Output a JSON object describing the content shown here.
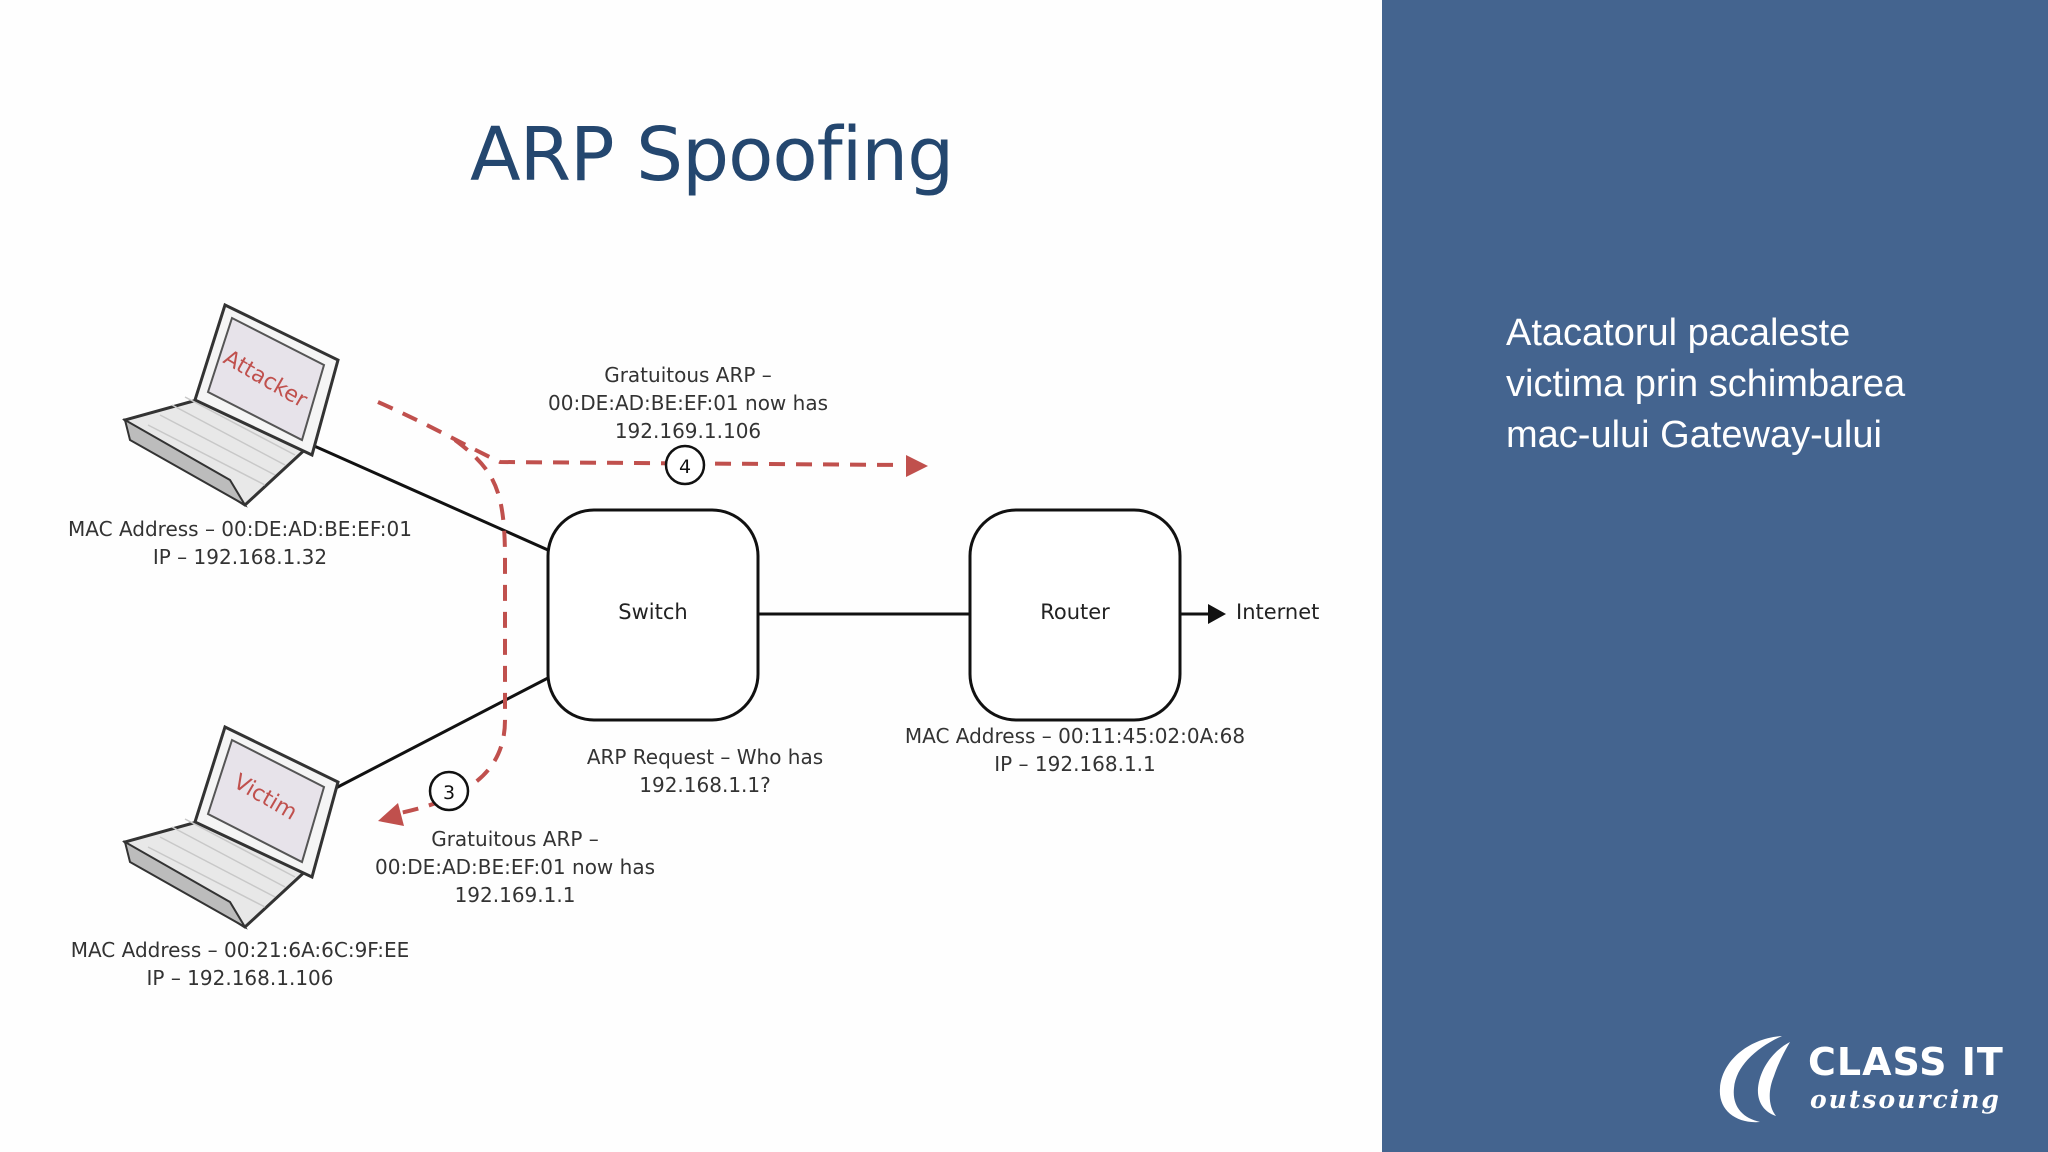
{
  "slide": {
    "title": "ARP Spoofing",
    "accent_color": "#44648f",
    "title_color": "#24476f",
    "side_text_lines": [
      "Atacatorul pacaleste",
      "victima prin schimbarea",
      "mac-ului Gateway-ului"
    ],
    "logo": {
      "main": "CLASS IT",
      "sub": "outsourcing"
    }
  },
  "diagram": {
    "attacker": {
      "screen_label": "Attacker",
      "mac_line": "MAC Address – 00:DE:AD:BE:EF:01",
      "ip_line": "IP – 192.168.1.32"
    },
    "victim": {
      "screen_label": "Victim",
      "mac_line": "MAC Address – 00:21:6A:6C:9F:EE",
      "ip_line": "IP – 192.168.1.106"
    },
    "switch": {
      "label": "Switch"
    },
    "router": {
      "label": "Router",
      "mac_line": "MAC Address – 00:11:45:02:0A:68",
      "ip_line": "IP – 192.168.1.1"
    },
    "internet": {
      "label": "Internet"
    },
    "arp_request": {
      "line1": "ARP Request – Who has",
      "line2": "192.168.1.1?"
    },
    "step4": {
      "number": "4",
      "line1": "Gratuitous ARP –",
      "line2": "00:DE:AD:BE:EF:01 now has",
      "line3": "192.169.1.106"
    },
    "step3": {
      "number": "3",
      "line1": "Gratuitous ARP –",
      "line2": "00:DE:AD:BE:EF:01 now has",
      "line3": "192.169.1.1"
    },
    "dashed_color": "#c0504d"
  }
}
